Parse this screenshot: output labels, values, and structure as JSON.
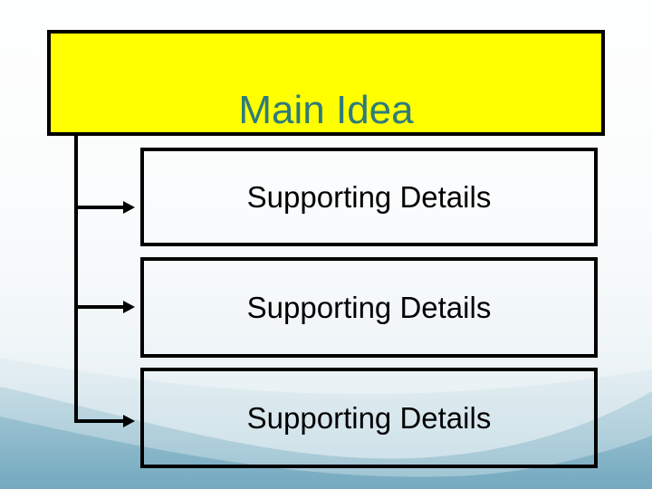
{
  "slide": {
    "title": "Main Idea",
    "boxes": [
      {
        "label": "Supporting Details"
      },
      {
        "label": "Supporting Details"
      },
      {
        "label": "Supporting Details"
      }
    ],
    "connector": {
      "style": "elbow-arrows",
      "arrow_count": 3
    },
    "colors": {
      "title_fill": "#FFFF00",
      "title_text_color": "#2E7B7B",
      "shape_border": "#000000",
      "body_text_color": "#000000",
      "background_top": "#FBFDFE",
      "background_bottom": "#74A9BF"
    }
  }
}
